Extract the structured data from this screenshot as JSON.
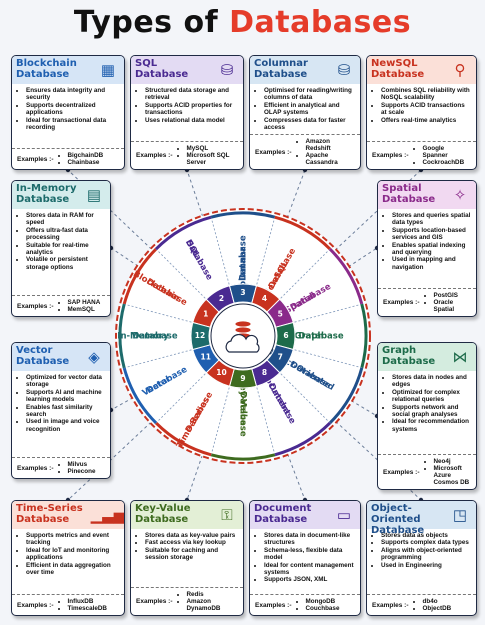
{
  "title": {
    "part1": "Types of",
    "part2": "Databases"
  },
  "examples_label": "Examples :-",
  "cards": [
    {
      "id": "blockchain",
      "name": "Blockchain Database",
      "icon": "cubes-icon",
      "glyph": "▦",
      "color": "#1f5fb0",
      "bg": "#d6e5f6",
      "points": [
        "Ensures data integrity and security",
        "Supports decentralized applications",
        "Ideal for transactional data recording"
      ],
      "examples": [
        "BigchainDB",
        "Chainbase"
      ]
    },
    {
      "id": "sql",
      "name": "SQL Database",
      "icon": "database-icon",
      "glyph": "⛁",
      "color": "#4a2a91",
      "bg": "#e3dbf3",
      "points": [
        "Structured data storage and retrieval",
        "Supports ACID properties for transactions",
        "Uses relational data model"
      ],
      "examples": [
        "MySQL",
        "Microsoft SQL Server"
      ]
    },
    {
      "id": "columnar",
      "name": "Columnar Database",
      "icon": "database-icon",
      "glyph": "⛁",
      "color": "#1f4f8a",
      "bg": "#d7e6f3",
      "points": [
        "Optimised for reading/writing columns of data",
        "Efficient in analytical and OLAP systems",
        "Compresses data for faster access"
      ],
      "examples": [
        "Amazon Redshift",
        "Apache Cassandra"
      ]
    },
    {
      "id": "newsql",
      "name": "NewSQL Database",
      "icon": "search-database-icon",
      "glyph": "⚲",
      "color": "#c8321f",
      "bg": "#fbe0d8",
      "points": [
        "Combines SQL reliability with NoSQL scalability",
        "Supports ACID transactions at scale",
        "Offers real-time analytics"
      ],
      "examples": [
        "Google Spanner",
        "CockroachDB"
      ]
    },
    {
      "id": "inmemory",
      "name": "In-Memory Database",
      "icon": "memory-icon",
      "glyph": "▤",
      "color": "#1d6b6b",
      "bg": "#d4ecec",
      "points": [
        "Stores data in RAM for speed",
        "Offers ultra-fast data processing",
        "Suitable for real-time analytics",
        "Volatile or persistent storage options"
      ],
      "examples": [
        "SAP HANA",
        "MemSQL"
      ]
    },
    {
      "id": "spatial",
      "name": "Spatial Database",
      "icon": "compass-icon",
      "glyph": "✧",
      "color": "#8a2a8a",
      "bg": "#f1d9f1",
      "points": [
        "Stores and queries spatial data types",
        "Supports location-based services and GIS",
        "Enables spatial indexing and querying",
        "Used in mapping and navigation"
      ],
      "examples": [
        "PostGIS",
        "Oracle Spatial"
      ]
    },
    {
      "id": "vector",
      "name": "Vector Database",
      "icon": "vector-icon",
      "glyph": "◈",
      "color": "#1f5fb0",
      "bg": "#d6e5f6",
      "points": [
        "Optimized for vector data storage",
        "Supports AI and machine learning models",
        "Enables fast similarity search",
        "Used in image and voice recognition"
      ],
      "examples": [
        "Milvus",
        "Pinecone"
      ]
    },
    {
      "id": "graph",
      "name": "Graph Database",
      "icon": "graph-icon",
      "glyph": "⋈",
      "color": "#1d6b4a",
      "bg": "#d4ecdf",
      "points": [
        "Stores data in nodes and edges",
        "Optimized for complex relational queries",
        "Supports network and social graph analyses",
        "Ideal for recommendation systems"
      ],
      "examples": [
        "Neo4j",
        "Microsoft Azure Cosmos DB"
      ]
    },
    {
      "id": "timeseries",
      "name": "Time-Series Database",
      "icon": "chart-icon",
      "glyph": "▁▃▅",
      "color": "#c8321f",
      "bg": "#fbe0d8",
      "points": [
        "Supports metrics and event tracking",
        "Ideal for IoT and monitoring applications",
        "Efficient in data aggregation over time"
      ],
      "examples": [
        "InfluxDB",
        "TimescaleDB"
      ]
    },
    {
      "id": "keyvalue",
      "name": "Key-Value Database",
      "icon": "key-icon",
      "glyph": "⚿",
      "color": "#3e6b1f",
      "bg": "#e3efd6",
      "points": [
        "Stores data as key-value pairs",
        "Fast access via key lookup",
        "Suitable for caching and session storage"
      ],
      "examples": [
        "Redis",
        "Amazon DynamoDB"
      ]
    },
    {
      "id": "document",
      "name": "Document Database",
      "icon": "document-icon",
      "glyph": "▭",
      "color": "#4a2a91",
      "bg": "#e3dbf3",
      "points": [
        "Stores data in document-like structures",
        "Schema-less, flexible data model",
        "Ideal for content management systems",
        "Supports JSON, XML"
      ],
      "examples": [
        "MongoDB",
        "Couchbase"
      ]
    },
    {
      "id": "objectoriented",
      "name": "Object-Oriented Database",
      "icon": "objects-icon",
      "glyph": "◳",
      "color": "#1f4f8a",
      "bg": "#d7e6f3",
      "points": [
        "Stores data as objects",
        "Supports complex data types",
        "Aligns with object-oriented programming",
        "Used in Engineering"
      ],
      "examples": [
        "db4o",
        "ObjectDB"
      ]
    }
  ],
  "wheel": {
    "center_icon": "cloud-database-icon",
    "numbers": [
      "1",
      "2",
      "3",
      "4",
      "5",
      "6",
      "7",
      "8",
      "9",
      "10",
      "11",
      "12"
    ],
    "segments": [
      {
        "label": "Blockchain Database",
        "color": "#c8321f"
      },
      {
        "label": "SQL Database",
        "color": "#4a2a91"
      },
      {
        "label": "Columnar Database",
        "color": "#1f4f8a"
      },
      {
        "label": "NewSQL Database",
        "color": "#c8321f"
      },
      {
        "label": "Spatial Database",
        "color": "#8a2a8a"
      },
      {
        "label": "Graph Database",
        "color": "#1d6b4a"
      },
      {
        "label": "Object-Oriented Database",
        "color": "#1f4f8a"
      },
      {
        "label": "Document Database",
        "color": "#4a2a91"
      },
      {
        "label": "Key-Value Database",
        "color": "#3e6b1f"
      },
      {
        "label": "Time-Series Database",
        "color": "#c8321f"
      },
      {
        "label": "Vector Database",
        "color": "#1f5fb0"
      },
      {
        "label": "In-Memory Database",
        "color": "#1d6b6b"
      }
    ]
  }
}
